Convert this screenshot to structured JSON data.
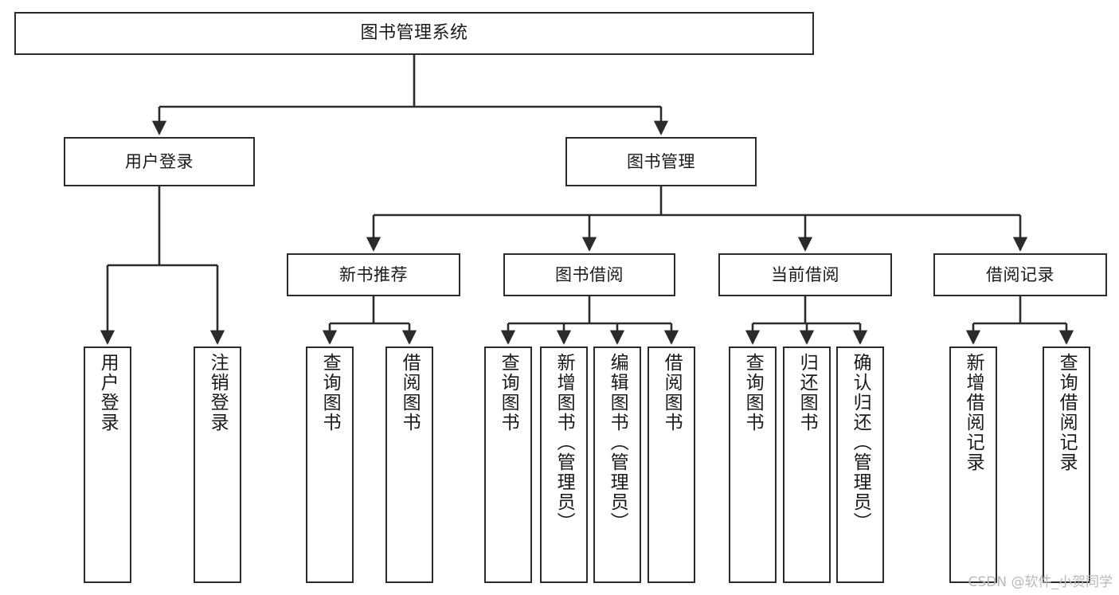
{
  "diagram": {
    "title": "图书管理系统",
    "watermark": "CSDN @软件_小贺同学",
    "colors": {
      "box_border": "#2b2b2b",
      "box_fill": "#ffffff",
      "edge": "#2b2b2b",
      "text": "#1a1a1a",
      "watermark": "#b9b9b9"
    },
    "nodes": {
      "root": {
        "label": "图书管理系统"
      },
      "level2": [
        {
          "label": "用户登录"
        },
        {
          "label": "图书管理"
        }
      ],
      "level3": [
        {
          "label": "新书推荐"
        },
        {
          "label": "图书借阅"
        },
        {
          "label": "当前借阅"
        },
        {
          "label": "借阅记录"
        }
      ],
      "leaves": {
        "user_login": [
          {
            "label": "用户登录"
          },
          {
            "label": "注销登录"
          }
        ],
        "new_book_recommend": [
          {
            "label": "查询图书"
          },
          {
            "label": "借阅图书"
          }
        ],
        "book_borrow": [
          {
            "label": "查询图书"
          },
          {
            "label": "新增图书（管理员）"
          },
          {
            "label": "编辑图书（管理员）"
          },
          {
            "label": "借阅图书"
          }
        ],
        "current_borrow": [
          {
            "label": "查询图书"
          },
          {
            "label": "归还图书"
          },
          {
            "label": "确认归还（管理员）"
          }
        ],
        "borrow_record": [
          {
            "label": "新增借阅记录"
          },
          {
            "label": "查询借阅记录"
          }
        ]
      }
    }
  }
}
